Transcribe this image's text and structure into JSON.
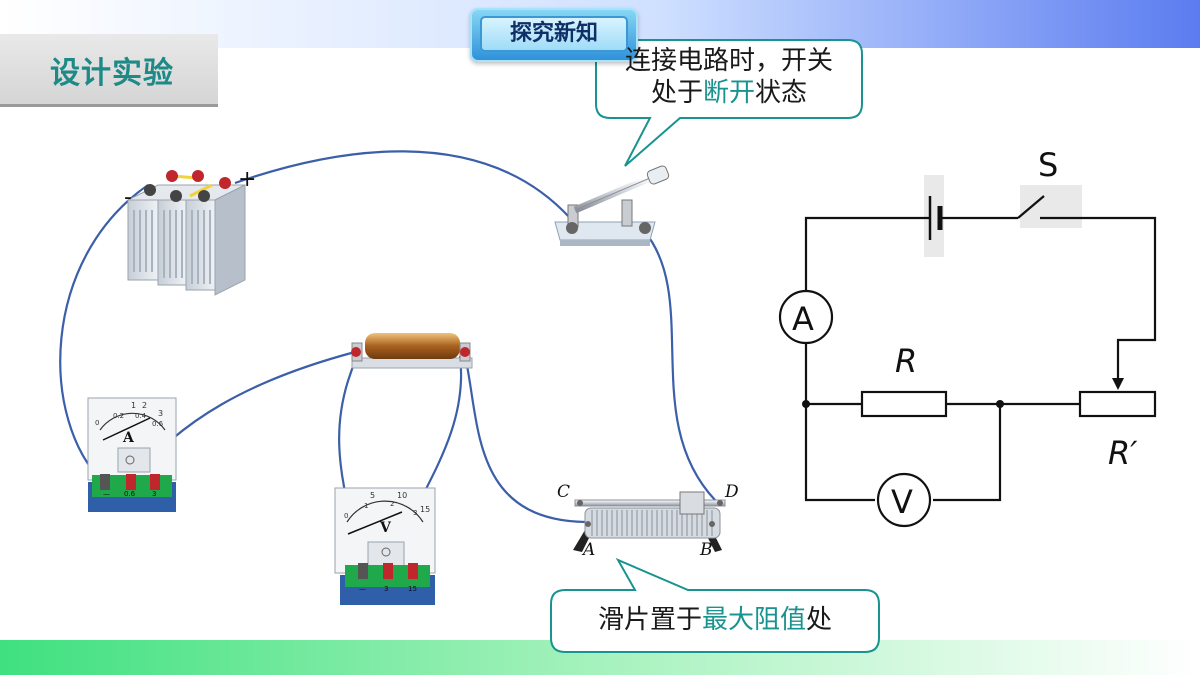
{
  "header": {
    "section_title": "设计实验",
    "badge": "探究新知"
  },
  "callouts": {
    "switch": {
      "line1": "连接电路时，开关",
      "line2_prefix": "处于",
      "line2_highlight": "断开",
      "line2_suffix": "状态"
    },
    "rheostat": {
      "prefix": "滑片置于",
      "highlight": "最大阻值",
      "suffix": "处"
    }
  },
  "rheostat_terminals": [
    "C",
    "D",
    "A",
    "B"
  ],
  "ammeter": {
    "scale_top": [
      "1",
      "2",
      "3"
    ],
    "scale_bottom": [
      "0",
      "0.2",
      "0.4",
      "0.6"
    ],
    "symbol": "A",
    "terminals": [
      "—",
      "0.6",
      "3"
    ]
  },
  "voltmeter": {
    "scale_top": [
      "5",
      "10",
      "15"
    ],
    "scale_bottom": [
      "0",
      "1",
      "2",
      "3"
    ],
    "symbol": "V",
    "terminals": [
      "—",
      "3",
      "15"
    ]
  },
  "battery": {
    "plus": "+",
    "minus": "-"
  },
  "schematic": {
    "switch_label": "S",
    "ammeter_label": "A",
    "voltmeter_label": "V",
    "resistor_label": "R",
    "rheostat_label": "R′"
  },
  "colors": {
    "accent": "#18938f",
    "wire": "#3b5fa8",
    "meter_base": "#2e5fa8",
    "green_plate": "#1fa94a"
  }
}
